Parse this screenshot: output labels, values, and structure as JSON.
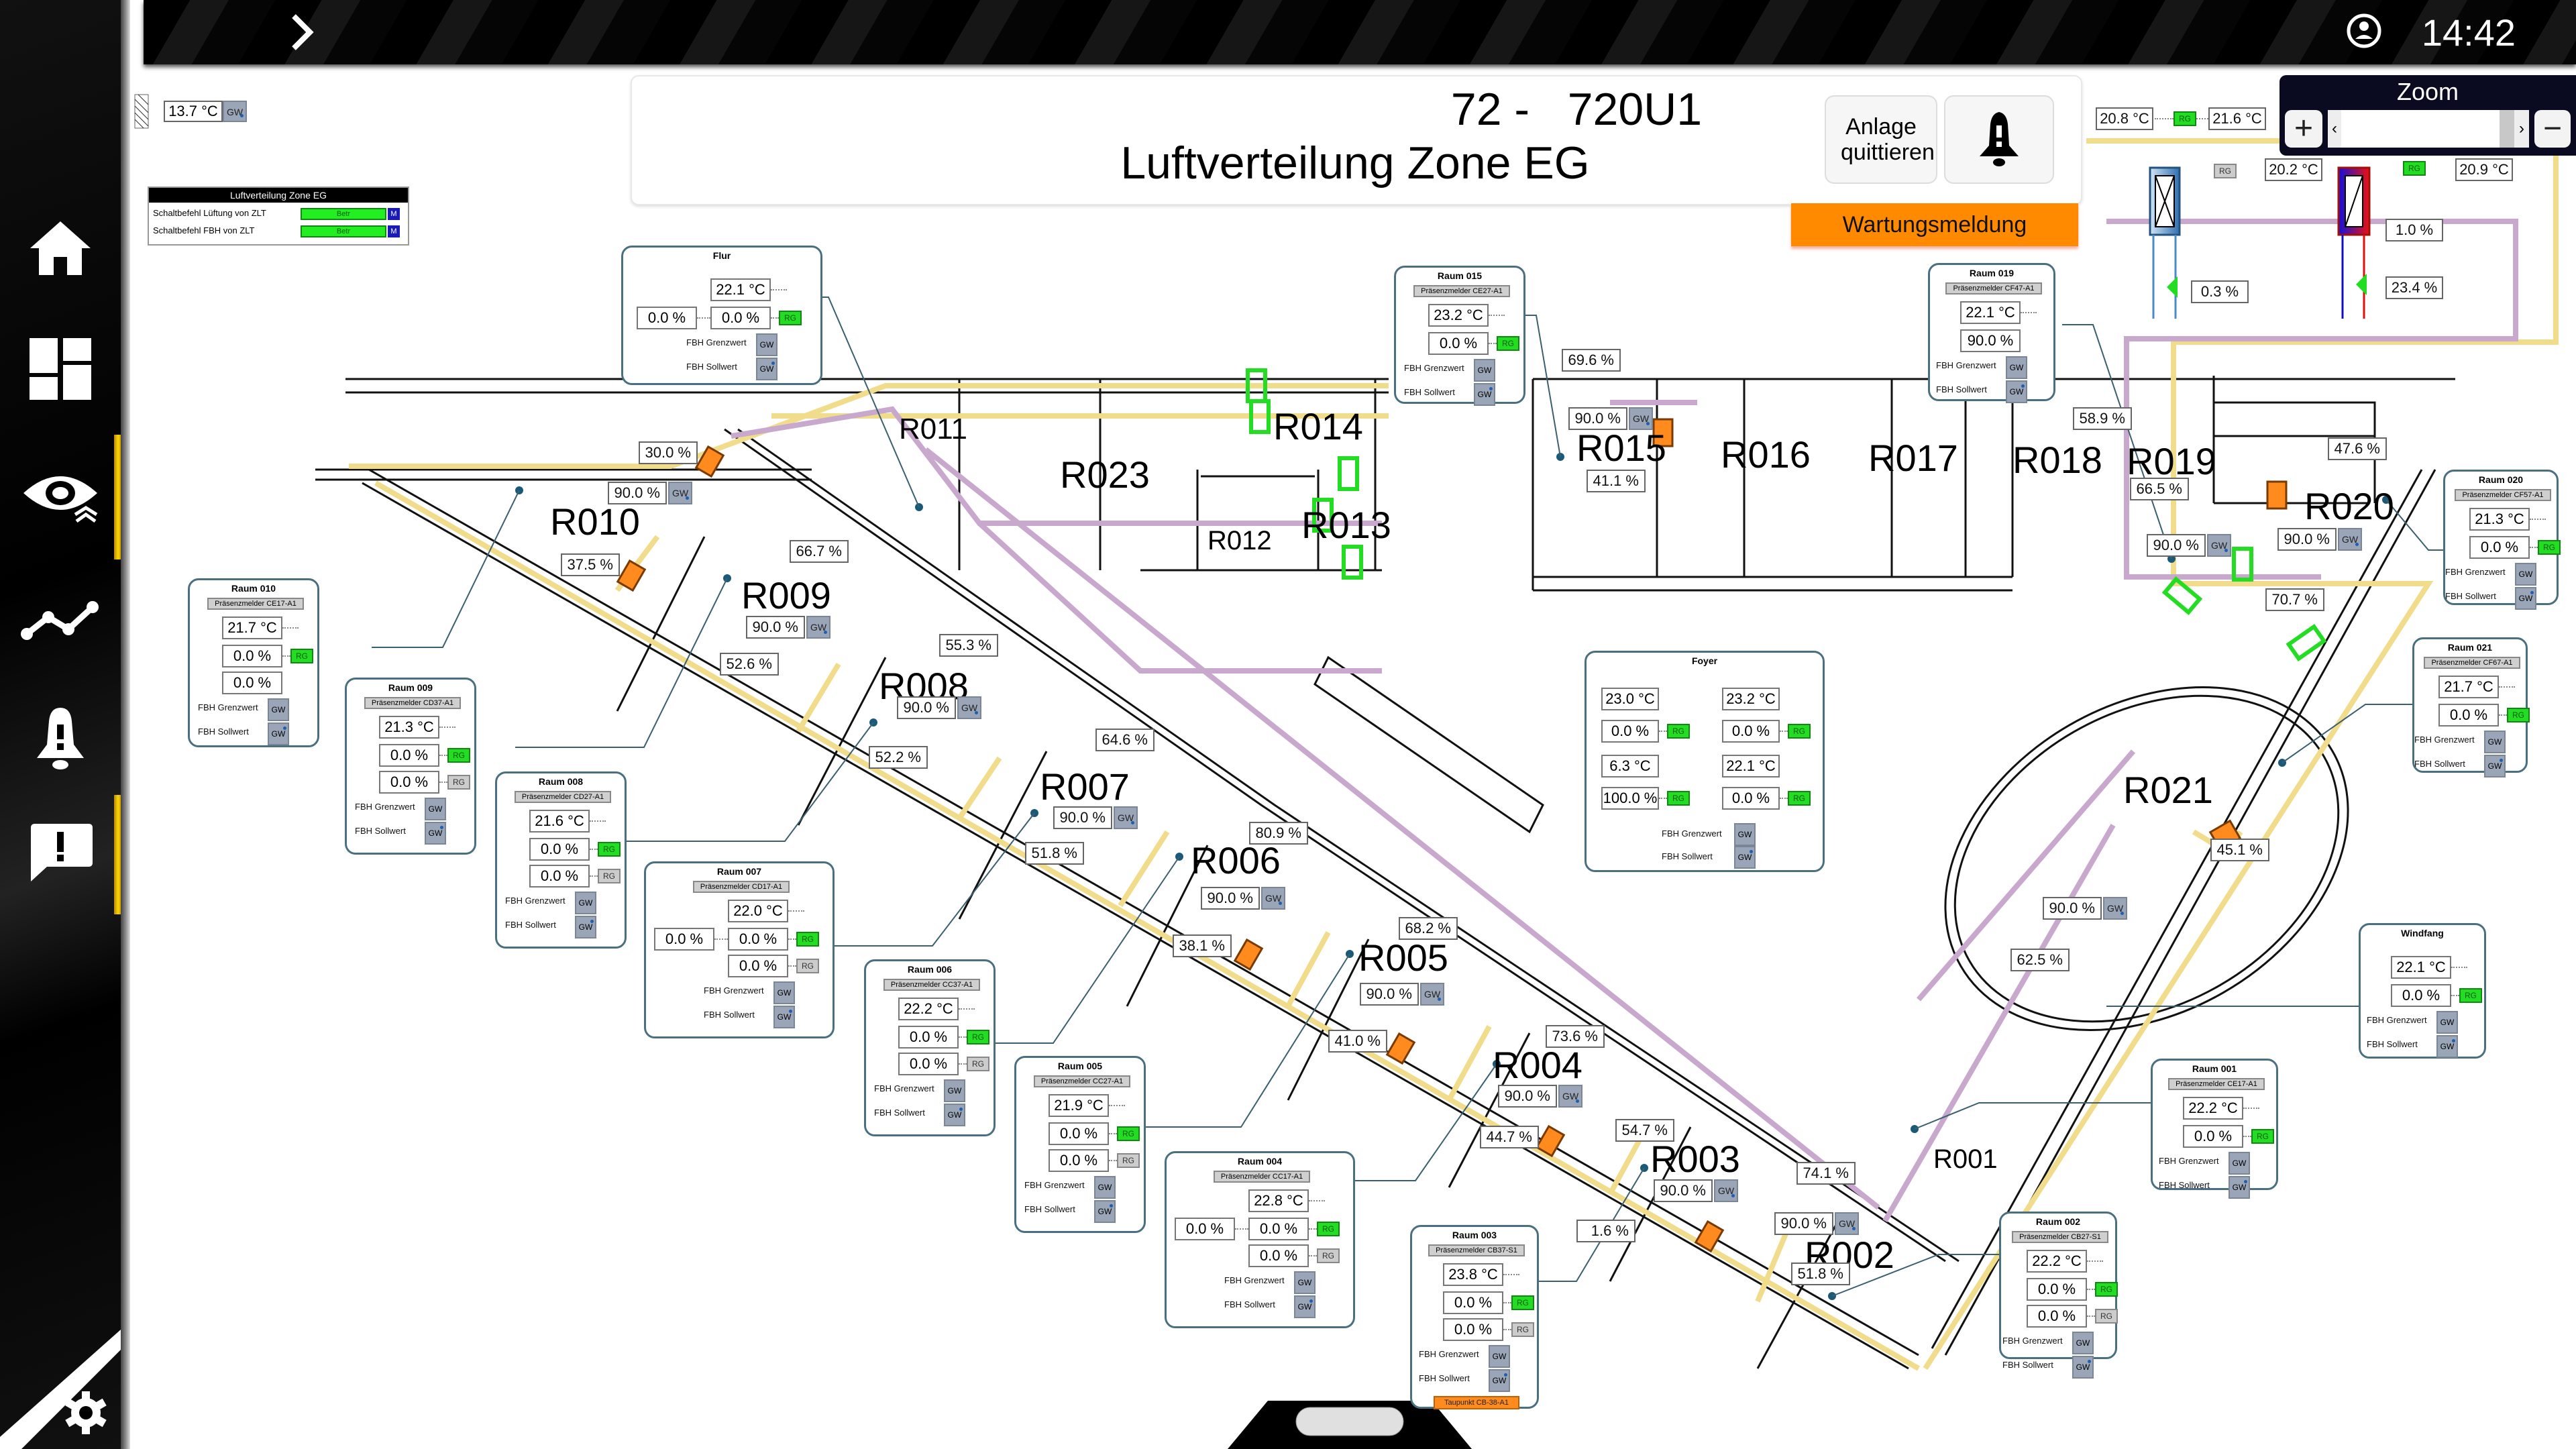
{
  "topbar": {
    "menu_icon": "chevron-right-icon",
    "user_icon": "user-icon",
    "time": "14:42"
  },
  "sidebar": {
    "items": [
      {
        "name": "home",
        "icon": "home-icon",
        "active": false
      },
      {
        "name": "dashboard",
        "icon": "dashboard-icon",
        "active": false
      },
      {
        "name": "overview",
        "icon": "eye-icon",
        "active": true
      },
      {
        "name": "trends",
        "icon": "trend-icon",
        "active": false
      },
      {
        "name": "alarms",
        "icon": "bell-alert-icon",
        "active": false
      },
      {
        "name": "messages",
        "icon": "message-alert-icon",
        "active": true
      }
    ],
    "settings_icon": "gear-icon"
  },
  "header": {
    "line1": "72 -   720U1",
    "line2": "Luftverteilung Zone EG",
    "quit_button": "Anlage quittieren",
    "bell_icon": "bell-alert-icon",
    "maintenance": "Wartungsmeldung"
  },
  "zoom": {
    "title": "Zoom",
    "plus": "+",
    "minus": "−",
    "left": "‹",
    "right": "›"
  },
  "outside_temp": {
    "value": "13.7 °C",
    "gw": "GW"
  },
  "legend": {
    "title": "Luftverteilung Zone EG",
    "rows": [
      {
        "label": "Schaltbefehl Lüftung von ZLT",
        "state": "Betr",
        "mode": "M"
      },
      {
        "label": "Schaltbefehl FBH von ZLT",
        "state": "Betr",
        "mode": "M"
      }
    ]
  },
  "ahu": {
    "supply_temp_1": "20.8 °C",
    "supply_rg": "RG",
    "supply_temp_2": "21.6 °C",
    "cool_rg": "RG",
    "after_cool_temp": "20.2 °C",
    "heat_rg": "RG",
    "after_heat_temp": "20.9 °C",
    "heat_setpoint": "1.0 %",
    "cool_valve": "0.3 %",
    "heat_valve": "23.4 %"
  },
  "rooms": [
    {
      "id": "R010",
      "name": "R010"
    },
    {
      "id": "R009",
      "name": "R009"
    },
    {
      "id": "R008",
      "name": "R008"
    },
    {
      "id": "R007",
      "name": "R007"
    },
    {
      "id": "R006",
      "name": "R006"
    },
    {
      "id": "R005",
      "name": "R005"
    },
    {
      "id": "R004",
      "name": "R004"
    },
    {
      "id": "R003",
      "name": "R003"
    },
    {
      "id": "R002",
      "name": "R002"
    },
    {
      "id": "R001",
      "name": "R001"
    },
    {
      "id": "R011",
      "name": "R011"
    },
    {
      "id": "R012",
      "name": "R012"
    },
    {
      "id": "R013",
      "name": "R013"
    },
    {
      "id": "R014",
      "name": "R014"
    },
    {
      "id": "R015",
      "name": "R015"
    },
    {
      "id": "R016",
      "name": "R016"
    },
    {
      "id": "R017",
      "name": "R017"
    },
    {
      "id": "R018",
      "name": "R018"
    },
    {
      "id": "R019",
      "name": "R019"
    },
    {
      "id": "R020",
      "name": "R020"
    },
    {
      "id": "R021",
      "name": "R021"
    },
    {
      "id": "R023",
      "name": "R023"
    }
  ],
  "plan_values": {
    "r010_supply": "30.0 %",
    "r010_setpoint": "90.0 %",
    "r010_exhaust": "37.5 %",
    "r009_supply": "66.7 %",
    "r009_setpoint": "90.0 %",
    "r009_exhaust": "52.6 %",
    "r008_supply": "55.3 %",
    "r008_setpoint": "90.0 %",
    "r008_exhaust": "52.2 %",
    "r007_supply": "64.6 %",
    "r007_setpoint": "90.0 %",
    "r007_exhaust": "51.8 %",
    "r006_supply": "80.9 %",
    "r006_setpoint": "90.0 %",
    "r006_exhaust": "38.1 %",
    "r005_supply": "68.2 %",
    "r005_setpoint": "90.0 %",
    "r005_exhaust": "41.0 %",
    "r004_supply": "73.6 %",
    "r004_setpoint": "90.0 %",
    "r004_exhaust": "44.7 %",
    "r003_supply": "54.7 %",
    "r003_setpoint": "90.0 %",
    "r003_exhaust": "1.6 %",
    "r002_supply": "74.1 %",
    "r002_setpoint": "90.0 %",
    "r002_exhaust": "51.8 %",
    "r015_supply": "69.6 %",
    "r015_setpoint": "90.0 %",
    "r015_exhaust": "41.1 %",
    "r019_exhaust": "58.9 %",
    "r019_supply": "66.5 %",
    "r019_setpoint": "90.0 %",
    "r020_exhaust": "47.6 %",
    "r020_setpoint": "90.0 %",
    "r020_supply": "70.7 %",
    "r021_exhaust": "45.1 %",
    "r021_setpoint": "90.0 %",
    "r021_supply": "62.5 %",
    "gw": "GW"
  },
  "panels": [
    {
      "key": "flur",
      "title": "Flur",
      "pm": null,
      "temp": "22.1 °C",
      "vals": [
        "0.0 %"
      ],
      "rg": [
        "on"
      ],
      "extra": "0.0 %"
    },
    {
      "key": "r015",
      "title": "Raum 015",
      "pm": "Präsenzmelder CE27-A1",
      "temp": "23.2 °C",
      "vals": [
        "0.0 %"
      ],
      "rg": [
        "on"
      ]
    },
    {
      "key": "r019",
      "title": "Raum 019",
      "pm": "Präsenzmelder CF47-A1",
      "temp": "22.1 °C",
      "vals": [
        "90.0 %"
      ],
      "rg": []
    },
    {
      "key": "r020",
      "title": "Raum 020",
      "pm": "Präsenzmelder CF57-A1",
      "temp": "21.3 °C",
      "vals": [
        "0.0 %"
      ],
      "rg": [
        "on"
      ]
    },
    {
      "key": "r021",
      "title": "Raum 021",
      "pm": "Präsenzmelder CF67-A1",
      "temp": "21.7 °C",
      "vals": [
        "0.0 %"
      ],
      "rg": [
        "on"
      ]
    },
    {
      "key": "windfang",
      "title": "Windfang",
      "pm": null,
      "temp": "22.1 °C",
      "vals": [
        "0.0 %"
      ],
      "rg": [
        "on"
      ]
    },
    {
      "key": "r001",
      "title": "Raum 001",
      "pm": "Präsenzmelder CE17-A1",
      "temp": "22.2 °C",
      "vals": [
        "0.0 %"
      ],
      "rg": [
        "on"
      ]
    },
    {
      "key": "r002",
      "title": "Raum 002",
      "pm": "Präsenzmelder CB27-S1",
      "temp": "22.2 °C",
      "vals": [
        "0.0 %",
        "0.0 %"
      ],
      "rg": [
        "on",
        "off"
      ]
    },
    {
      "key": "r003",
      "title": "Raum 003",
      "pm": "Präsenzmelder CB37-S1",
      "temp": "23.8 °C",
      "vals": [
        "0.0 %",
        "0.0 %"
      ],
      "rg": [
        "on",
        "off"
      ],
      "alert": "Taupunkt CB-38-A1"
    },
    {
      "key": "r004",
      "title": "Raum 004",
      "pm": "Präsenzmelder CC17-A1",
      "temp": "22.8 °C",
      "vals": [
        "0.0 %",
        "0.0 %"
      ],
      "rg": [
        "on",
        "off"
      ],
      "extra": "0.0 %"
    },
    {
      "key": "r005",
      "title": "Raum 005",
      "pm": "Präsenzmelder CC27-A1",
      "temp": "21.9 °C",
      "vals": [
        "0.0 %",
        "0.0 %"
      ],
      "rg": [
        "on",
        "off"
      ]
    },
    {
      "key": "r006",
      "title": "Raum 006",
      "pm": "Präsenzmelder CC37-A1",
      "temp": "22.2 °C",
      "vals": [
        "0.0 %",
        "0.0 %"
      ],
      "rg": [
        "on",
        "off"
      ]
    },
    {
      "key": "r007",
      "title": "Raum 007",
      "pm": "Präsenzmelder CD17-A1",
      "temp": "22.0 °C",
      "vals": [
        "0.0 %",
        "0.0 %"
      ],
      "rg": [
        "on",
        "off"
      ],
      "extra": "0.0 %"
    },
    {
      "key": "r008",
      "title": "Raum 008",
      "pm": "Präsenzmelder CD27-A1",
      "temp": "21.6 °C",
      "vals": [
        "0.0 %",
        "0.0 %"
      ],
      "rg": [
        "on",
        "off"
      ]
    },
    {
      "key": "r009",
      "title": "Raum 009",
      "pm": "Präsenzmelder CD37-A1",
      "temp": "21.3 °C",
      "vals": [
        "0.0 %",
        "0.0 %"
      ],
      "rg": [
        "on",
        "off"
      ]
    },
    {
      "key": "r010",
      "title": "Raum 010",
      "pm": "Präsenzmelder CE17-A1",
      "temp": "21.7 °C",
      "vals": [
        "0.0 %",
        "0.0 %"
      ],
      "rg": [
        "on"
      ]
    }
  ],
  "foyer": {
    "title": "Foyer",
    "cells": [
      {
        "temp": "23.0 °C",
        "val": "0.0 %",
        "rg": "RG"
      },
      {
        "temp": "23.2 °C",
        "val": "0.0 %",
        "rg": "RG"
      },
      {
        "temp": "6.3 °C",
        "val": "100.0 %",
        "rg": "RG"
      },
      {
        "temp": "22.1 °C",
        "val": "0.0 %",
        "rg": "RG"
      }
    ]
  },
  "labels": {
    "grenzwert": "FBH Grenzwert",
    "sollwert": "FBH Sollwert",
    "gw": "GW",
    "rg": "RG"
  },
  "colors": {
    "supply_duct": "#f0dc8a",
    "exhaust_duct": "#c8a8cc",
    "damper_active": "#ff8a1e",
    "fire_damper": "#22dd22",
    "accent_yellow": "#ffd700",
    "maintenance": "#ff8a00"
  }
}
